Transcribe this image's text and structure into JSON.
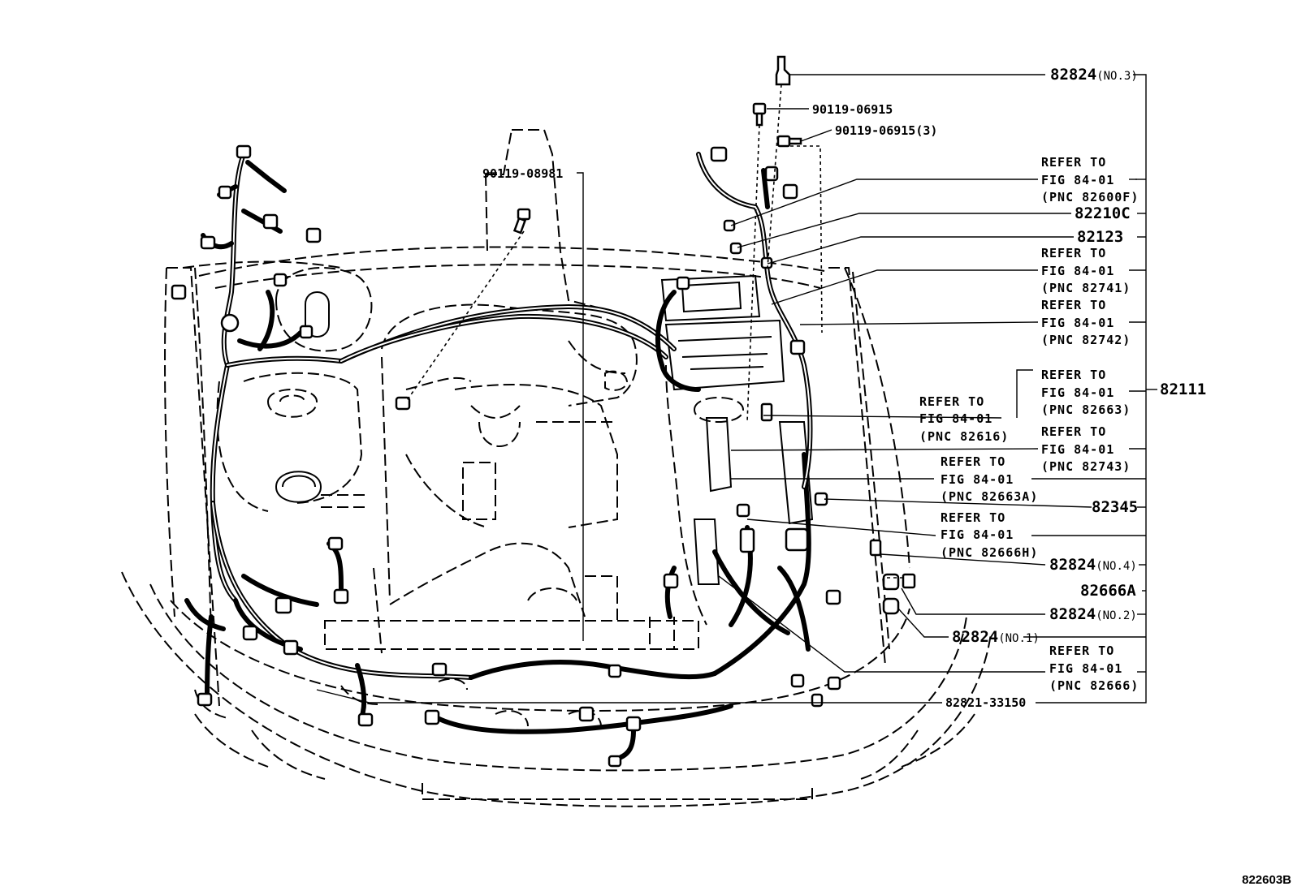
{
  "diagram": {
    "illustration_code": "822603B",
    "labels": {
      "l_82824_no3": {
        "part": "82824",
        "qual": "(NO.3)"
      },
      "l_82824_no4": {
        "part": "82824",
        "qual": "(NO.4)"
      },
      "l_82824_no2": {
        "part": "82824",
        "qual": "(NO.2)"
      },
      "l_82824_no1": {
        "part": "82824",
        "qual": "(NO.1)"
      },
      "l_82210c": {
        "part": "82210C"
      },
      "l_82123": {
        "part": "82123"
      },
      "l_82345": {
        "part": "82345"
      },
      "l_82666a": {
        "part": "82666A"
      },
      "l_82111": {
        "part": "82111"
      },
      "l_bolt_06915": {
        "part": "90119-06915"
      },
      "l_bolt_06915_3": {
        "part": "90119-06915(3)"
      },
      "l_bolt_08981": {
        "part": "90119-08981"
      },
      "l_82821": {
        "part": "82821-33150"
      },
      "refer": [
        {
          "key": "r_82600f",
          "l1": "REFER TO",
          "l2": "FIG 84-01",
          "l3": "(PNC 82600F)"
        },
        {
          "key": "r_82741",
          "l1": "REFER TO",
          "l2": "FIG 84-01",
          "l3": "(PNC 82741)"
        },
        {
          "key": "r_82742",
          "l1": "REFER TO",
          "l2": "FIG 84-01",
          "l3": "(PNC 82742)"
        },
        {
          "key": "r_82663",
          "l1": "REFER TO",
          "l2": "FIG 84-01",
          "l3": "(PNC 82663)"
        },
        {
          "key": "r_82616",
          "l1": "REFER TO",
          "l2": "FIG 84-01",
          "l3": "(PNC 82616)"
        },
        {
          "key": "r_82743",
          "l1": "REFER TO",
          "l2": "FIG 84-01",
          "l3": "(PNC 82743)"
        },
        {
          "key": "r_82663a",
          "l1": "REFER TO",
          "l2": "FIG 84-01",
          "l3": "(PNC 82663A)"
        },
        {
          "key": "r_82666h",
          "l1": "REFER TO",
          "l2": "FIG 84-01",
          "l3": "(PNC 82666H)"
        },
        {
          "key": "r_82666",
          "l1": "REFER TO",
          "l2": "FIG 84-01",
          "l3": "(PNC 82666)"
        }
      ]
    }
  }
}
